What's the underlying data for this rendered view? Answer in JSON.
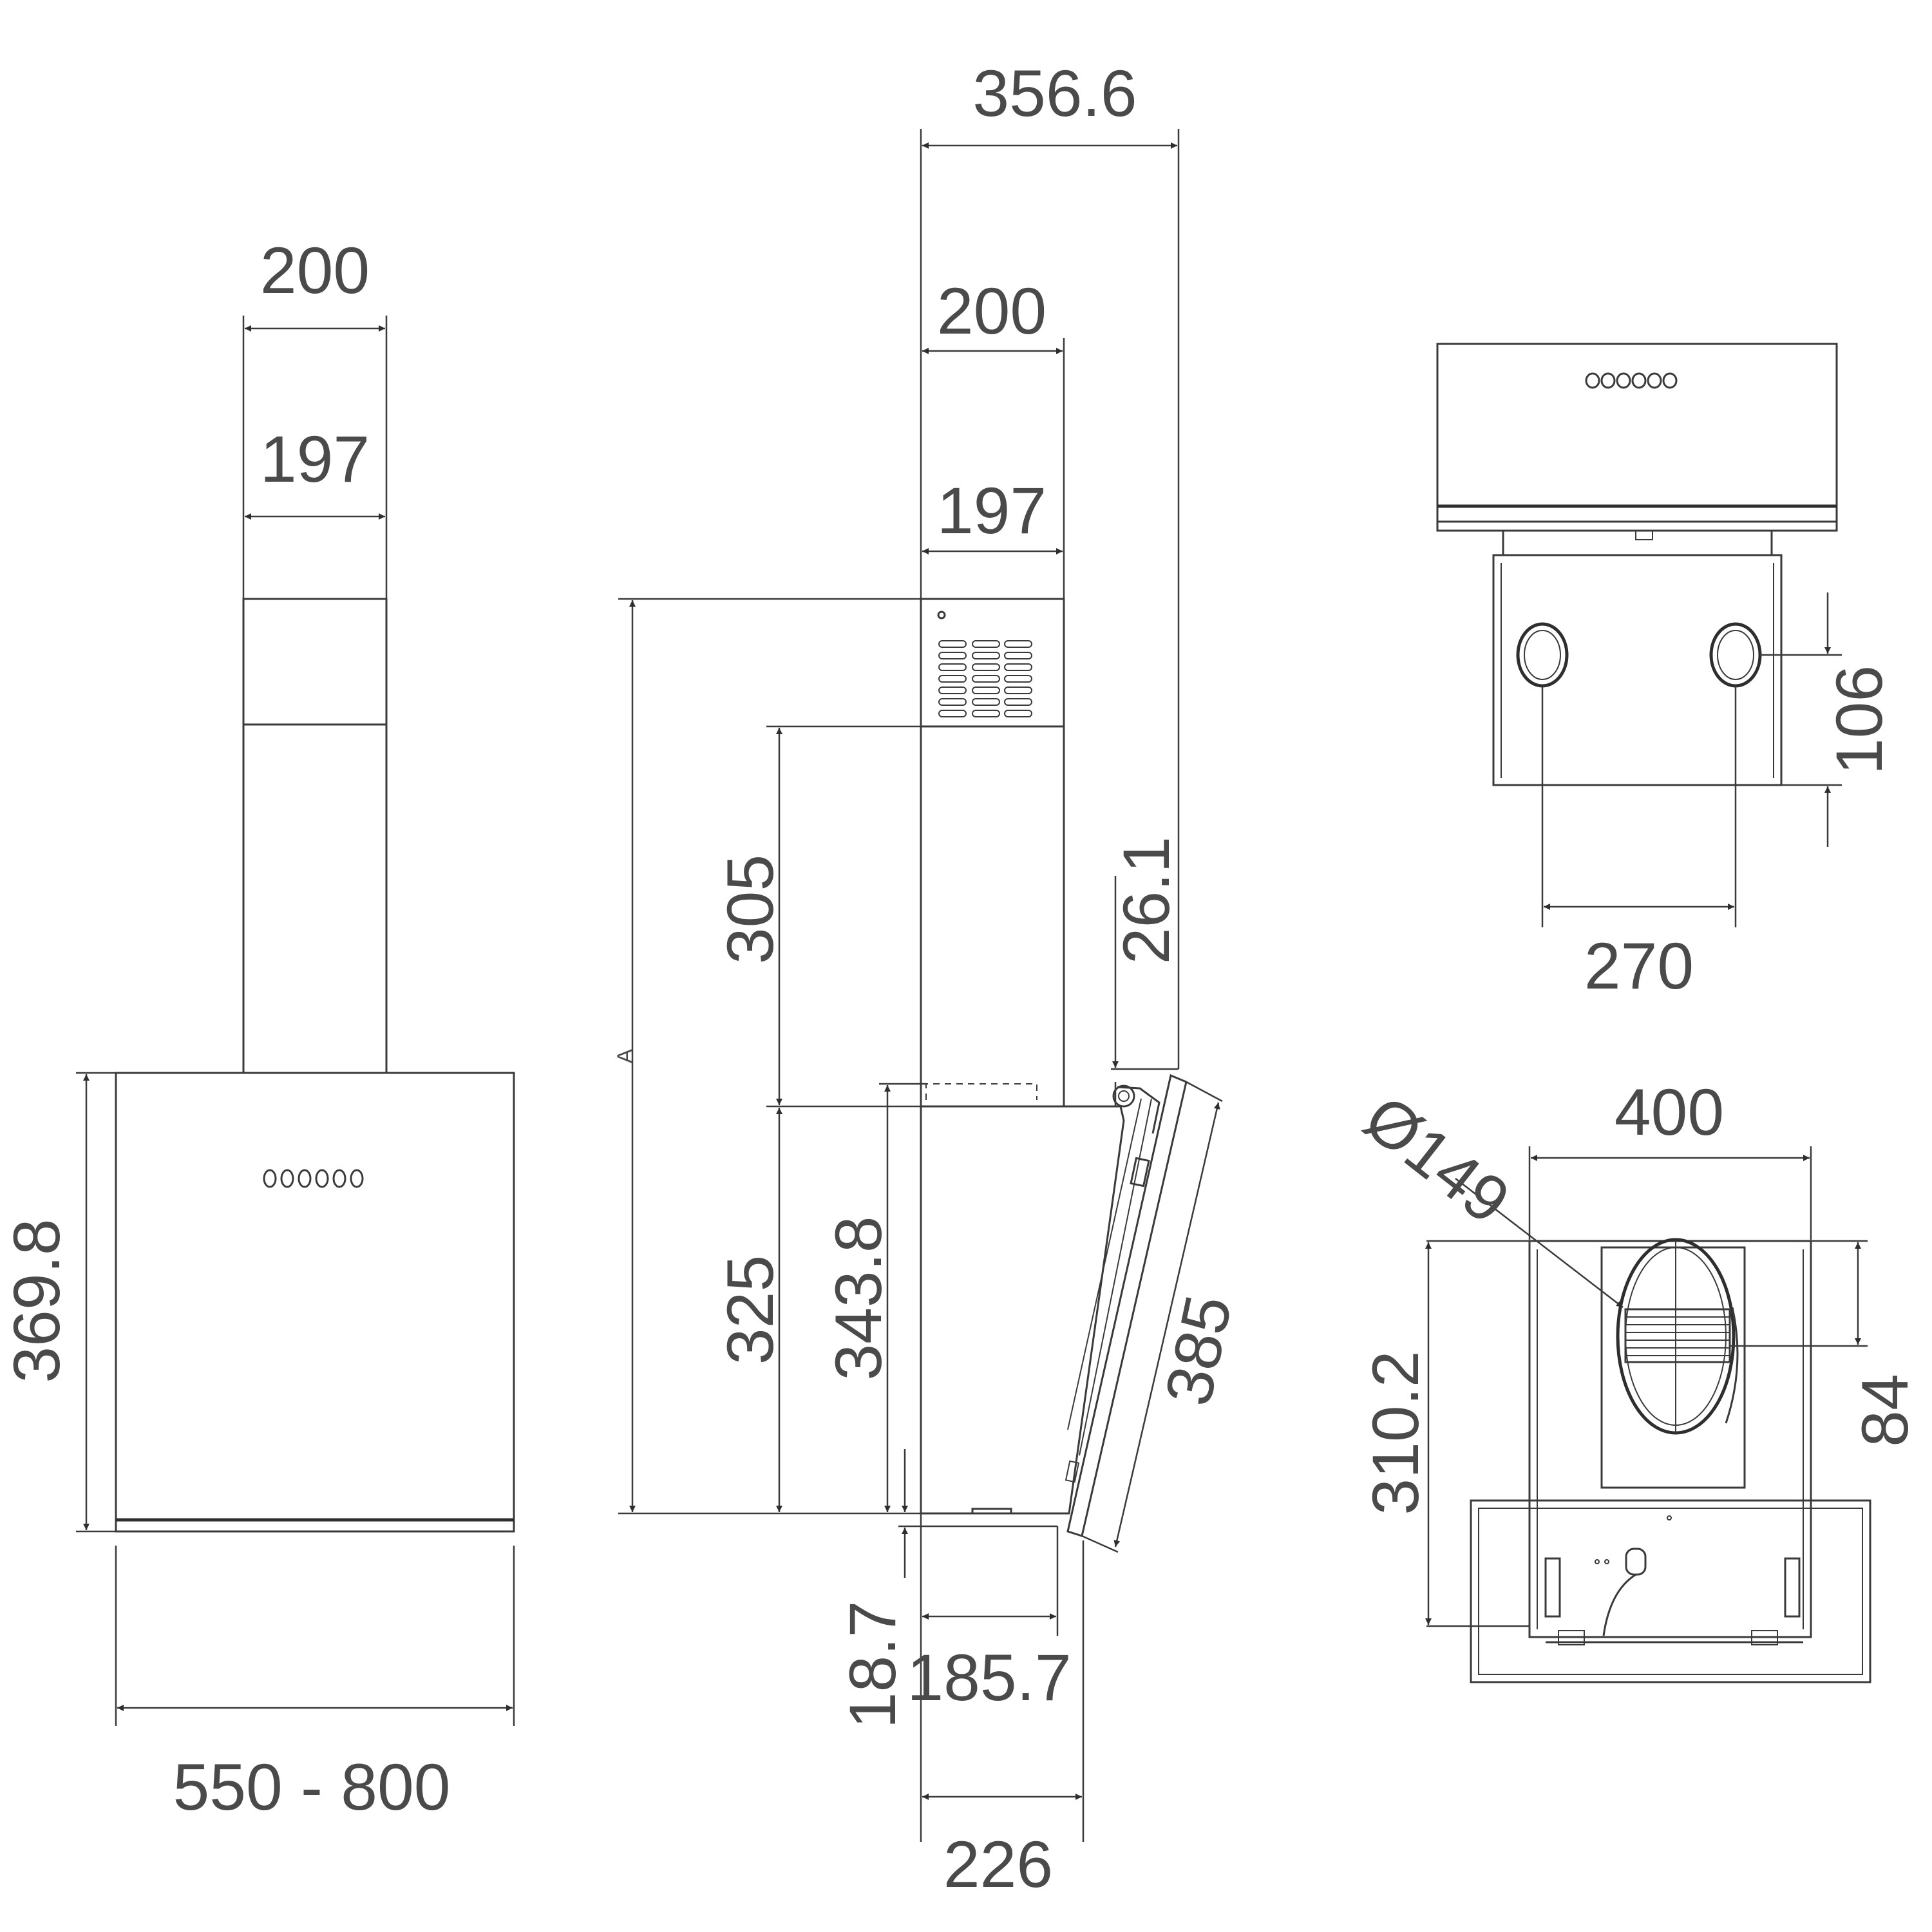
{
  "front_view": {
    "chimney_outer": "200",
    "chimney_inner": "197",
    "hood_height": "369.8",
    "hood_width": "550 - 800"
  },
  "side_view": {
    "overall_depth": "356.6",
    "chimney_outer": "200",
    "chimney_inner": "197",
    "total_height": "A",
    "upper_chimney": "305",
    "body_height": "325",
    "glass_height": "343.8",
    "top_offset": "26.1",
    "glass_length": "385",
    "bottom_offset": "18.7",
    "bottom_depth": "185.7",
    "overall_bottom": "226"
  },
  "rear_view": {
    "mount_spacing": "270",
    "mount_height": "106"
  },
  "bottom_view": {
    "outlet_diameter": "Ø149",
    "width": "400",
    "depth": "310.2",
    "outlet_offset": "84"
  }
}
